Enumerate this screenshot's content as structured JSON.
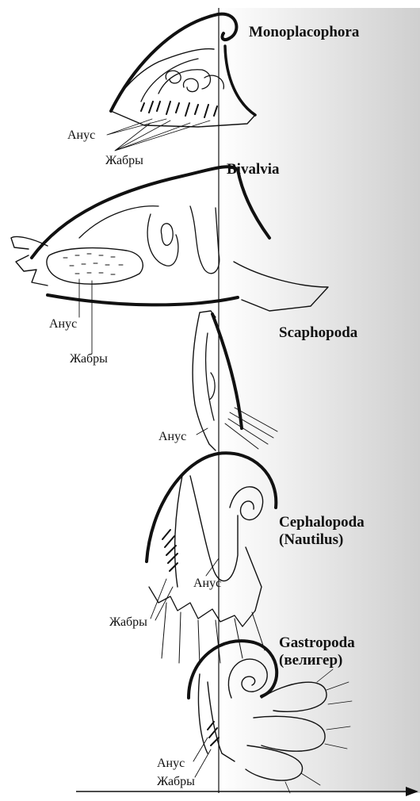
{
  "shading": {
    "from": "#ffffff",
    "to": "#cfcfcf"
  },
  "ink": "#111111",
  "taxa": {
    "monoplacophora": {
      "name": "Monoplacophora",
      "anus": "Анус",
      "gills": "Жабры"
    },
    "bivalvia": {
      "name": "Bivalvia",
      "anus": "Анус",
      "gills": "Жабры"
    },
    "scaphopoda": {
      "name": "Scaphopoda",
      "anus": "Анус"
    },
    "cephalopoda": {
      "name": "Cephalopoda",
      "sub": "(Nautilus)",
      "anus": "Анус",
      "gills": "Жабры"
    },
    "gastropoda": {
      "name": "Gastropoda",
      "sub": "(велигер)",
      "anus": "Анус",
      "gills": "Жабры"
    }
  }
}
